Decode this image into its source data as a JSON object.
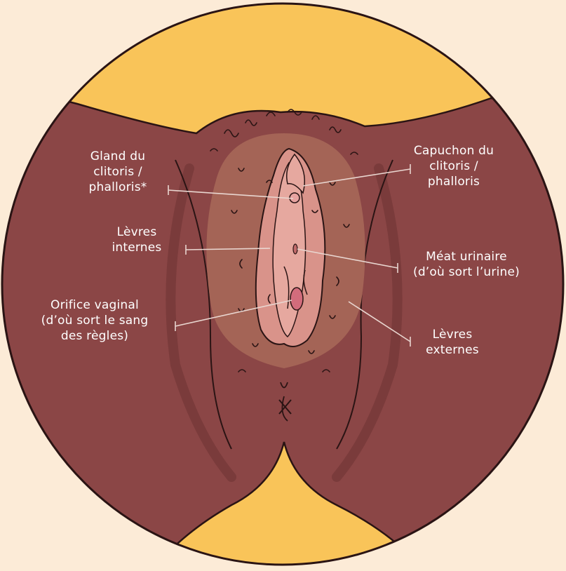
{
  "labels": {
    "gland": "Gland du\nclitoris /\nphalloris*",
    "capuchon": "Capuchon du\nclitoris /\nphalloris",
    "levres_internes": "Lèvres\ninternes",
    "meat": "Méat urinaire\n(d’où sort l’urine)",
    "orifice": "Orifice vaginal\n(d’où sort le sang\ndes règles)",
    "levres_externes": "Lèvres\nexternes"
  },
  "colors": {
    "background": "#FCEBD7",
    "skin": "#8B4646",
    "skin_shadow": "#7A3B3B",
    "yellow": "#F9C459",
    "outline": "#2a1414",
    "labia_outer_zone": "#A46456",
    "vulva_inner": "#D9938A",
    "vulva_inner_light": "#E6A89F",
    "orifice_pink": "#D26C7C",
    "label_text": "#FFFFFF",
    "leader_line": "#E9D6D0"
  }
}
